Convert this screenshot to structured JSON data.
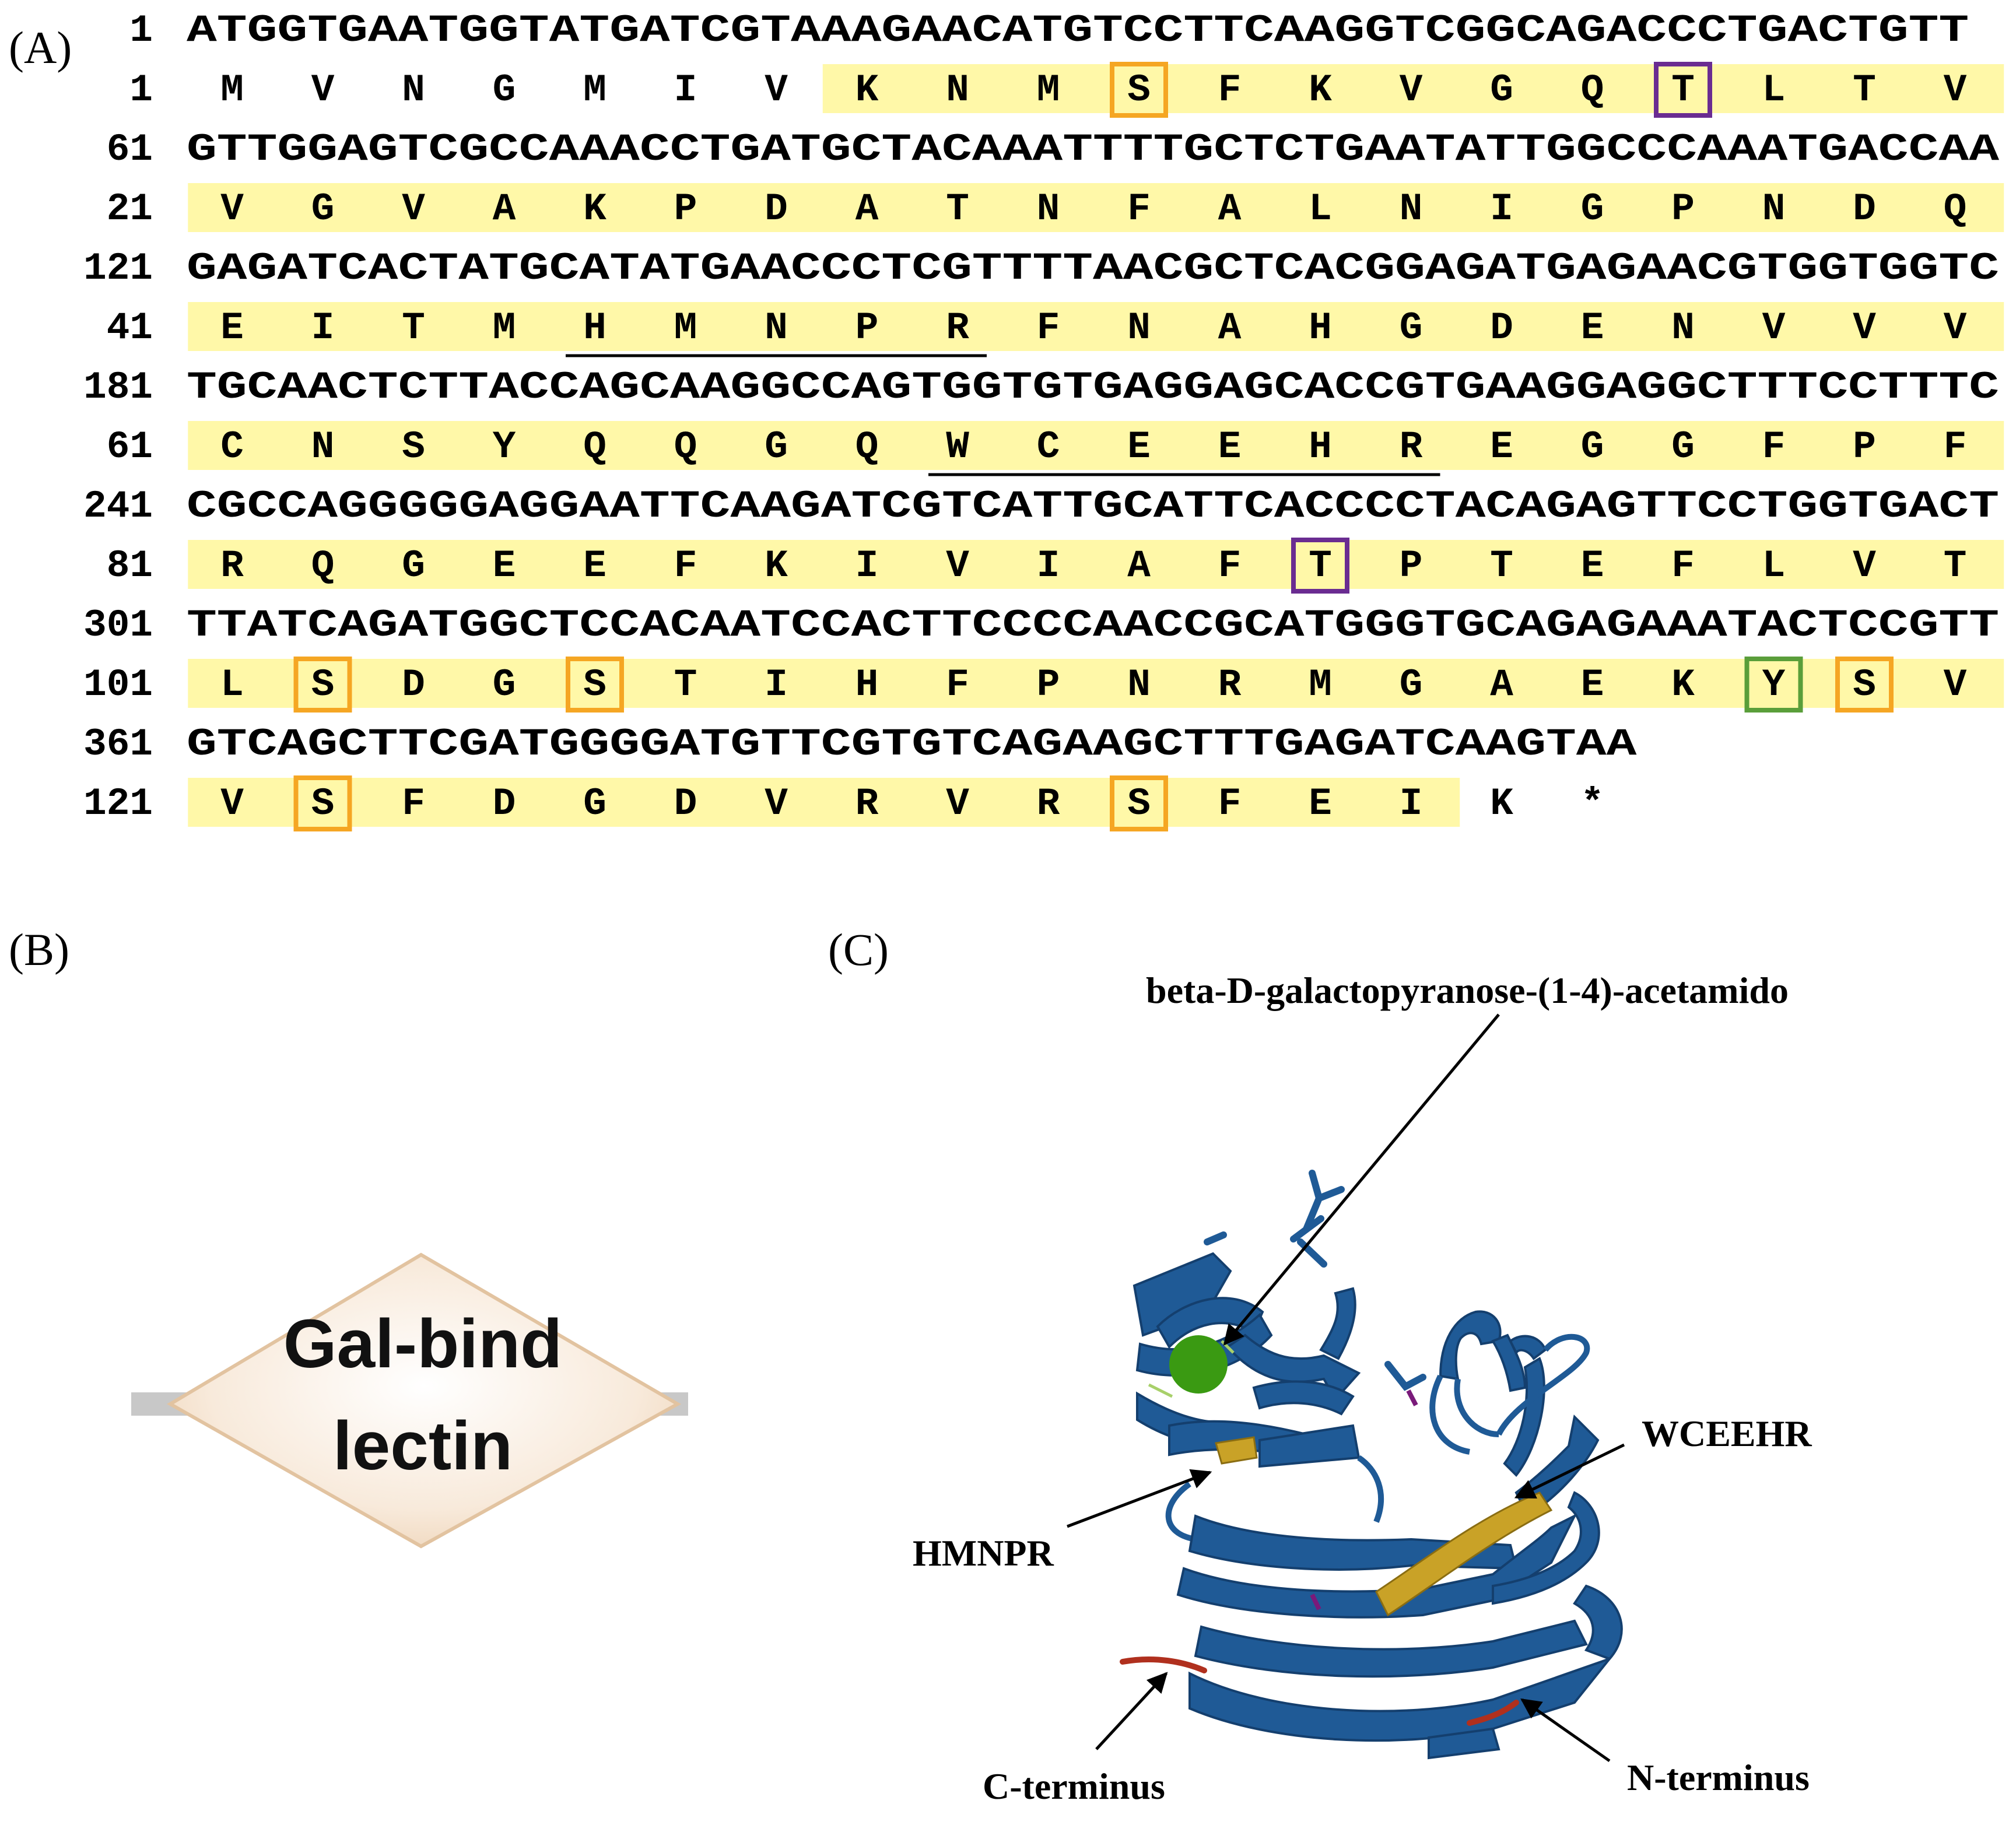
{
  "panel_a": {
    "label": "(A)",
    "rows": [
      {
        "kind": "nt",
        "num": "1",
        "seq": "ATGGTGAATGGTATGATCGTAAAGAACATGTCCTTCAAGGTCGGCAGACCCTGACTGTT"
      },
      {
        "kind": "aa",
        "num": "1",
        "res": [
          "M",
          "V",
          "N",
          "G",
          "M",
          "I",
          "V",
          "K",
          "N",
          "M",
          "S",
          "F",
          "K",
          "V",
          "G",
          "Q",
          "T",
          "L",
          "T",
          "V"
        ],
        "hl_start": 7,
        "hl_end": 20,
        "boxes": [
          {
            "i": 10,
            "color": "#f5a623"
          },
          {
            "i": 16,
            "color": "#6a2c91"
          }
        ]
      },
      {
        "kind": "nt",
        "num": "61",
        "seq": "GTTGGAGTCGCCAAACCTGATGCTACAAATTTTGCTCTGAATATTGGCCCAAATGACCAA"
      },
      {
        "kind": "aa",
        "num": "21",
        "res": [
          "V",
          "G",
          "V",
          "A",
          "K",
          "P",
          "D",
          "A",
          "T",
          "N",
          "F",
          "A",
          "L",
          "N",
          "I",
          "G",
          "P",
          "N",
          "D",
          "Q"
        ],
        "hl_start": 0,
        "hl_end": 20,
        "boxes": []
      },
      {
        "kind": "nt",
        "num": "121",
        "seq": "GAGATCACTATGCATATGAACCCTCGTTTTAACGCTCACGGAGATGAGAACGTGGTGGTC"
      },
      {
        "kind": "aa",
        "num": "41",
        "res": [
          "E",
          "I",
          "T",
          "M",
          "H",
          "M",
          "N",
          "P",
          "R",
          "F",
          "N",
          "A",
          "H",
          "G",
          "D",
          "E",
          "N",
          "V",
          "V",
          "V"
        ],
        "hl_start": 0,
        "hl_end": 20,
        "boxes": [],
        "underline": [
          4,
          8
        ]
      },
      {
        "kind": "nt",
        "num": "181",
        "seq": "TGCAACTCTTACCAGCAAGGCCAGTGGTGTGAGGAGCACCGTGAAGGAGGCTTTCCTTTC"
      },
      {
        "kind": "aa",
        "num": "61",
        "res": [
          "C",
          "N",
          "S",
          "Y",
          "Q",
          "Q",
          "G",
          "Q",
          "W",
          "C",
          "E",
          "E",
          "H",
          "R",
          "E",
          "G",
          "G",
          "F",
          "P",
          "F"
        ],
        "hl_start": 0,
        "hl_end": 20,
        "boxes": [],
        "underline": [
          8,
          13
        ]
      },
      {
        "kind": "nt",
        "num": "241",
        "seq": "CGCCAGGGGGAGGAATTCAAGATCGTCATTGCATTCACCCCTACAGAGTTCCTGGTGACT"
      },
      {
        "kind": "aa",
        "num": "81",
        "res": [
          "R",
          "Q",
          "G",
          "E",
          "E",
          "F",
          "K",
          "I",
          "V",
          "I",
          "A",
          "F",
          "T",
          "P",
          "T",
          "E",
          "F",
          "L",
          "V",
          "T"
        ],
        "hl_start": 0,
        "hl_end": 20,
        "boxes": [
          {
            "i": 12,
            "color": "#6a2c91"
          }
        ]
      },
      {
        "kind": "nt",
        "num": "301",
        "seq": "TTATCAGATGGCTCCACAATCCACTTCCCCAACCGCATGGGTGCAGAGAAATACTCCGTT"
      },
      {
        "kind": "aa",
        "num": "101",
        "res": [
          "L",
          "S",
          "D",
          "G",
          "S",
          "T",
          "I",
          "H",
          "F",
          "P",
          "N",
          "R",
          "M",
          "G",
          "A",
          "E",
          "K",
          "Y",
          "S",
          "V"
        ],
        "hl_start": 0,
        "hl_end": 20,
        "boxes": [
          {
            "i": 1,
            "color": "#f5a623"
          },
          {
            "i": 4,
            "color": "#f5a623"
          },
          {
            "i": 17,
            "color": "#5a9e3a"
          },
          {
            "i": 18,
            "color": "#f5a623"
          }
        ]
      },
      {
        "kind": "nt",
        "num": "361",
        "seq": "GTCAGCTTCGATGGGGATGTTCGTGTCAGAAGCTTTGAGATCAAGTAA"
      },
      {
        "kind": "aa",
        "num": "121",
        "res": [
          "V",
          "S",
          "F",
          "D",
          "G",
          "D",
          "V",
          "R",
          "V",
          "R",
          "S",
          "F",
          "E",
          "I",
          "K",
          "*"
        ],
        "hl_start": 0,
        "hl_end": 14,
        "boxes": [
          {
            "i": 1,
            "color": "#f5a623"
          },
          {
            "i": 10,
            "color": "#f5a623"
          }
        ]
      }
    ]
  },
  "panel_b": {
    "label": "(B)",
    "domain_line1": "Gal-bind",
    "domain_line2": "lectin"
  },
  "panel_c": {
    "label": "(C)",
    "ligand": "beta-D-galactopyranose-(1-4)-acetamido",
    "motif1": "HMNPR",
    "motif2": "WCEEHR",
    "c_term": "C-terminus",
    "n_term": "N-terminus"
  },
  "colors": {
    "highlight": "#fff8a8",
    "ribbon": "#1f5a96",
    "ribbon_dark": "#143f6e",
    "motif": "#c9a227",
    "ligand": "#3a9a12",
    "terminus": "#b0301e",
    "domain_fill": "#f6e4cf",
    "domain_edge": "#e2c3a0",
    "bar": "#c8c8c8"
  }
}
